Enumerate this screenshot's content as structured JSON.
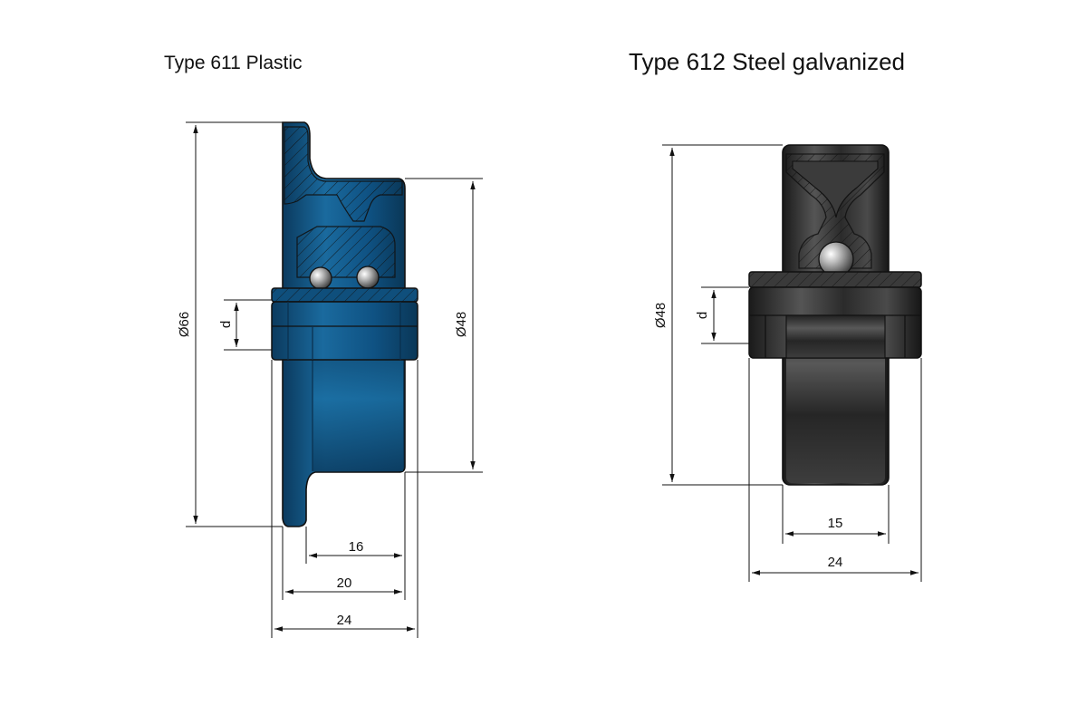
{
  "roller_611": {
    "title": "Type 611 Plastic",
    "material_color": "#0f4f7c",
    "dims": {
      "outer_diameter": "Ø66",
      "tread_diameter": "Ø48",
      "bore": "d",
      "w16": "16",
      "w20": "20",
      "w24": "24"
    }
  },
  "roller_612": {
    "title": "Type 612 Steel galvanized",
    "material_color": "#2a2a2a",
    "dims": {
      "outer_diameter": "Ø48",
      "bore": "d",
      "w15": "15",
      "w24": "24"
    }
  },
  "colors": {
    "plastic": "#0f4f7c",
    "steel": "#2a2a2a",
    "line": "#111111"
  }
}
